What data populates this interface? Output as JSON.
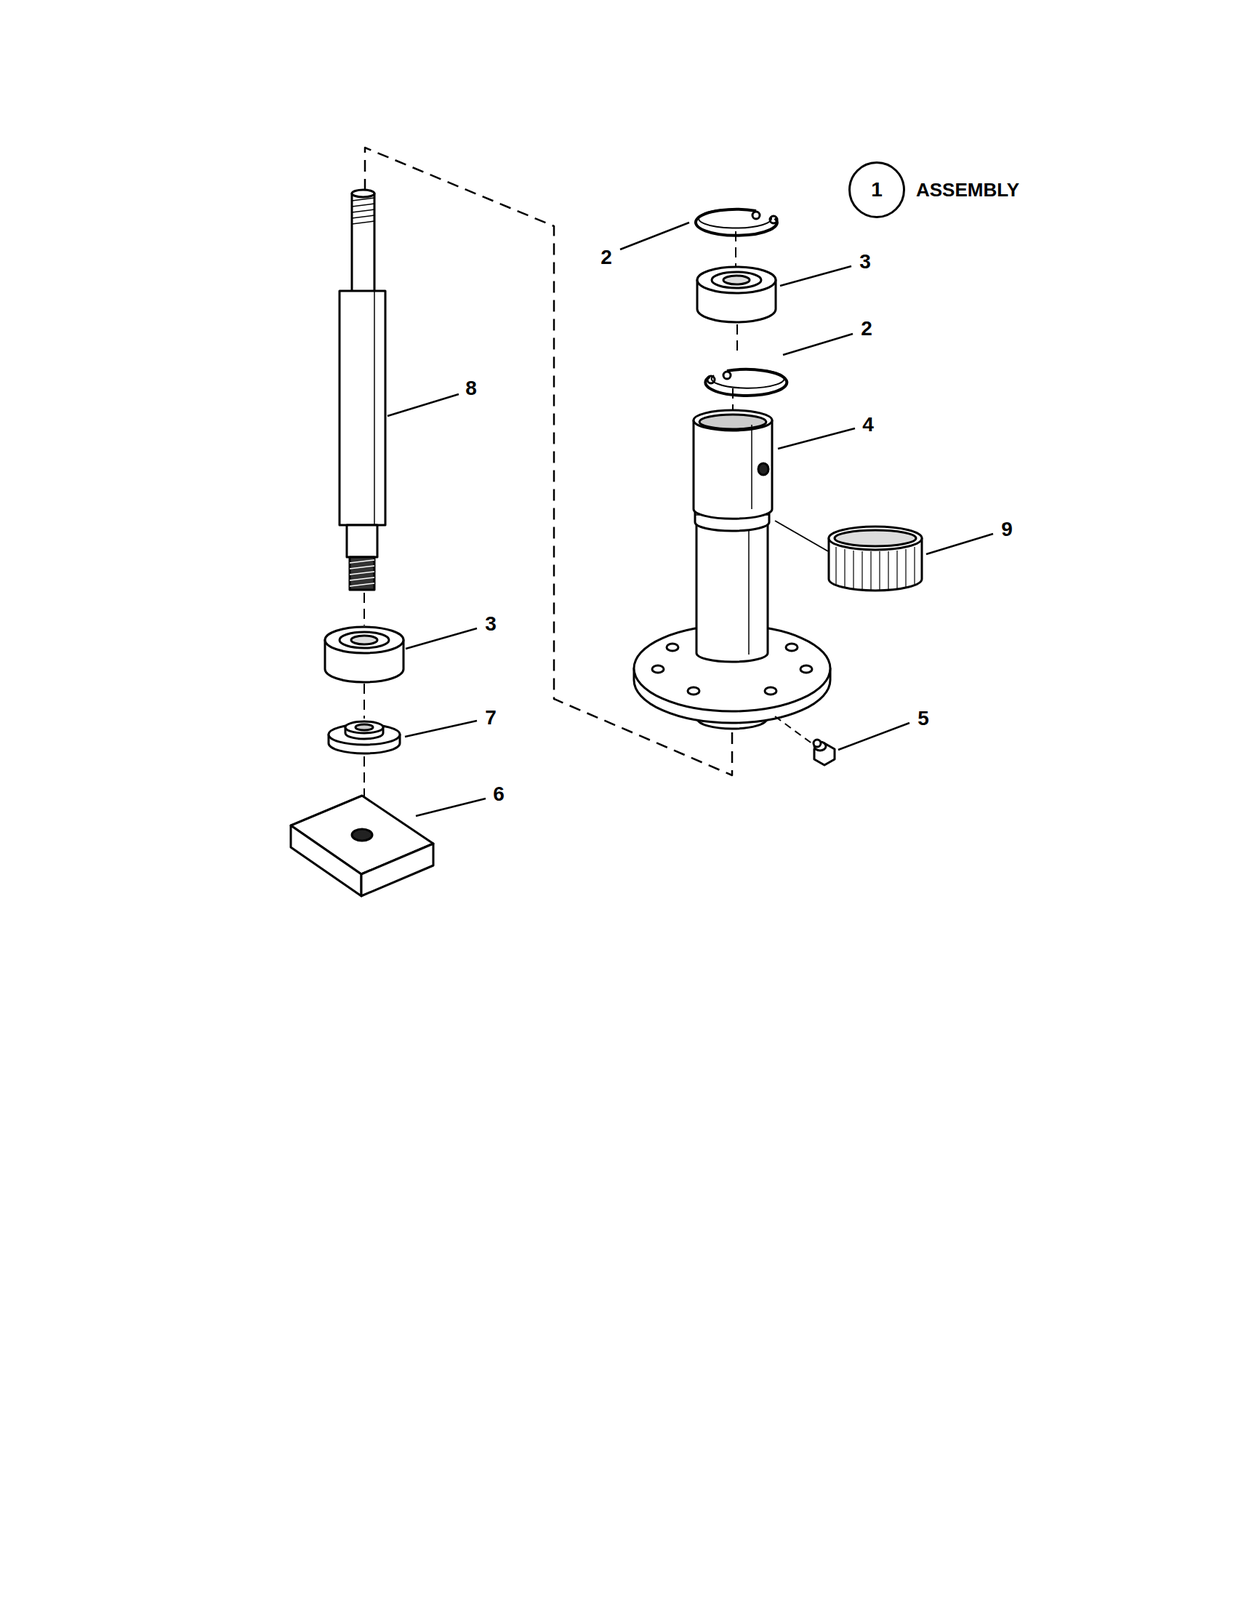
{
  "diagram": {
    "nodes": [
      {
        "text": [
          "1",
          "ASSEMBLY"
        ]
      }
    ],
    "labels": [
      "2",
      "3",
      "2",
      "4",
      "9",
      "8",
      "3",
      "7",
      "6",
      "5"
    ]
  }
}
